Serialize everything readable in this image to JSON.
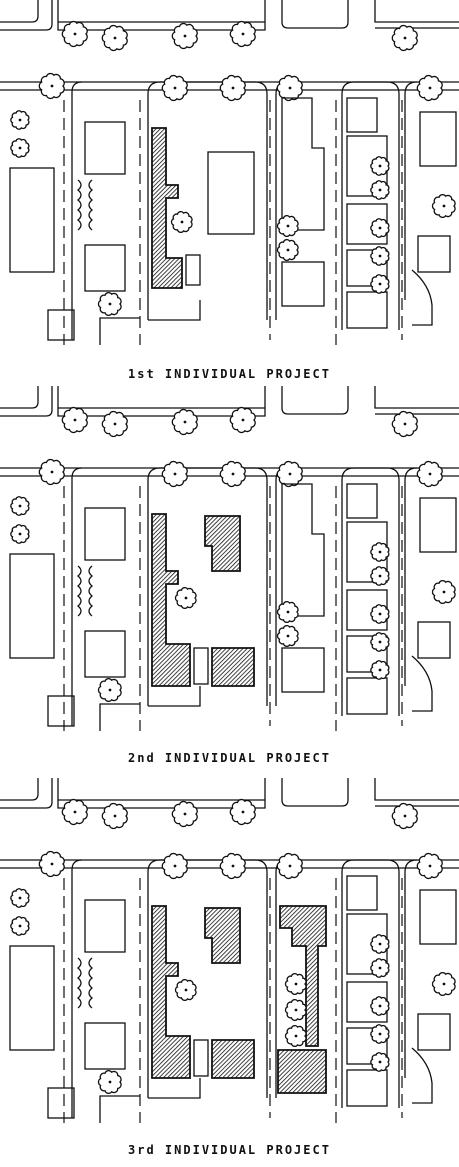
{
  "panels": [
    {
      "caption": "1st INDIVIDUAL PROJECT",
      "project_stage": 1
    },
    {
      "caption": "2nd INDIVIDUAL PROJECT",
      "project_stage": 2
    },
    {
      "caption": "3rd INDIVIDUAL PROJECT",
      "project_stage": 3
    }
  ],
  "colors": {
    "ink": "#111111",
    "paper": "#ffffff"
  }
}
